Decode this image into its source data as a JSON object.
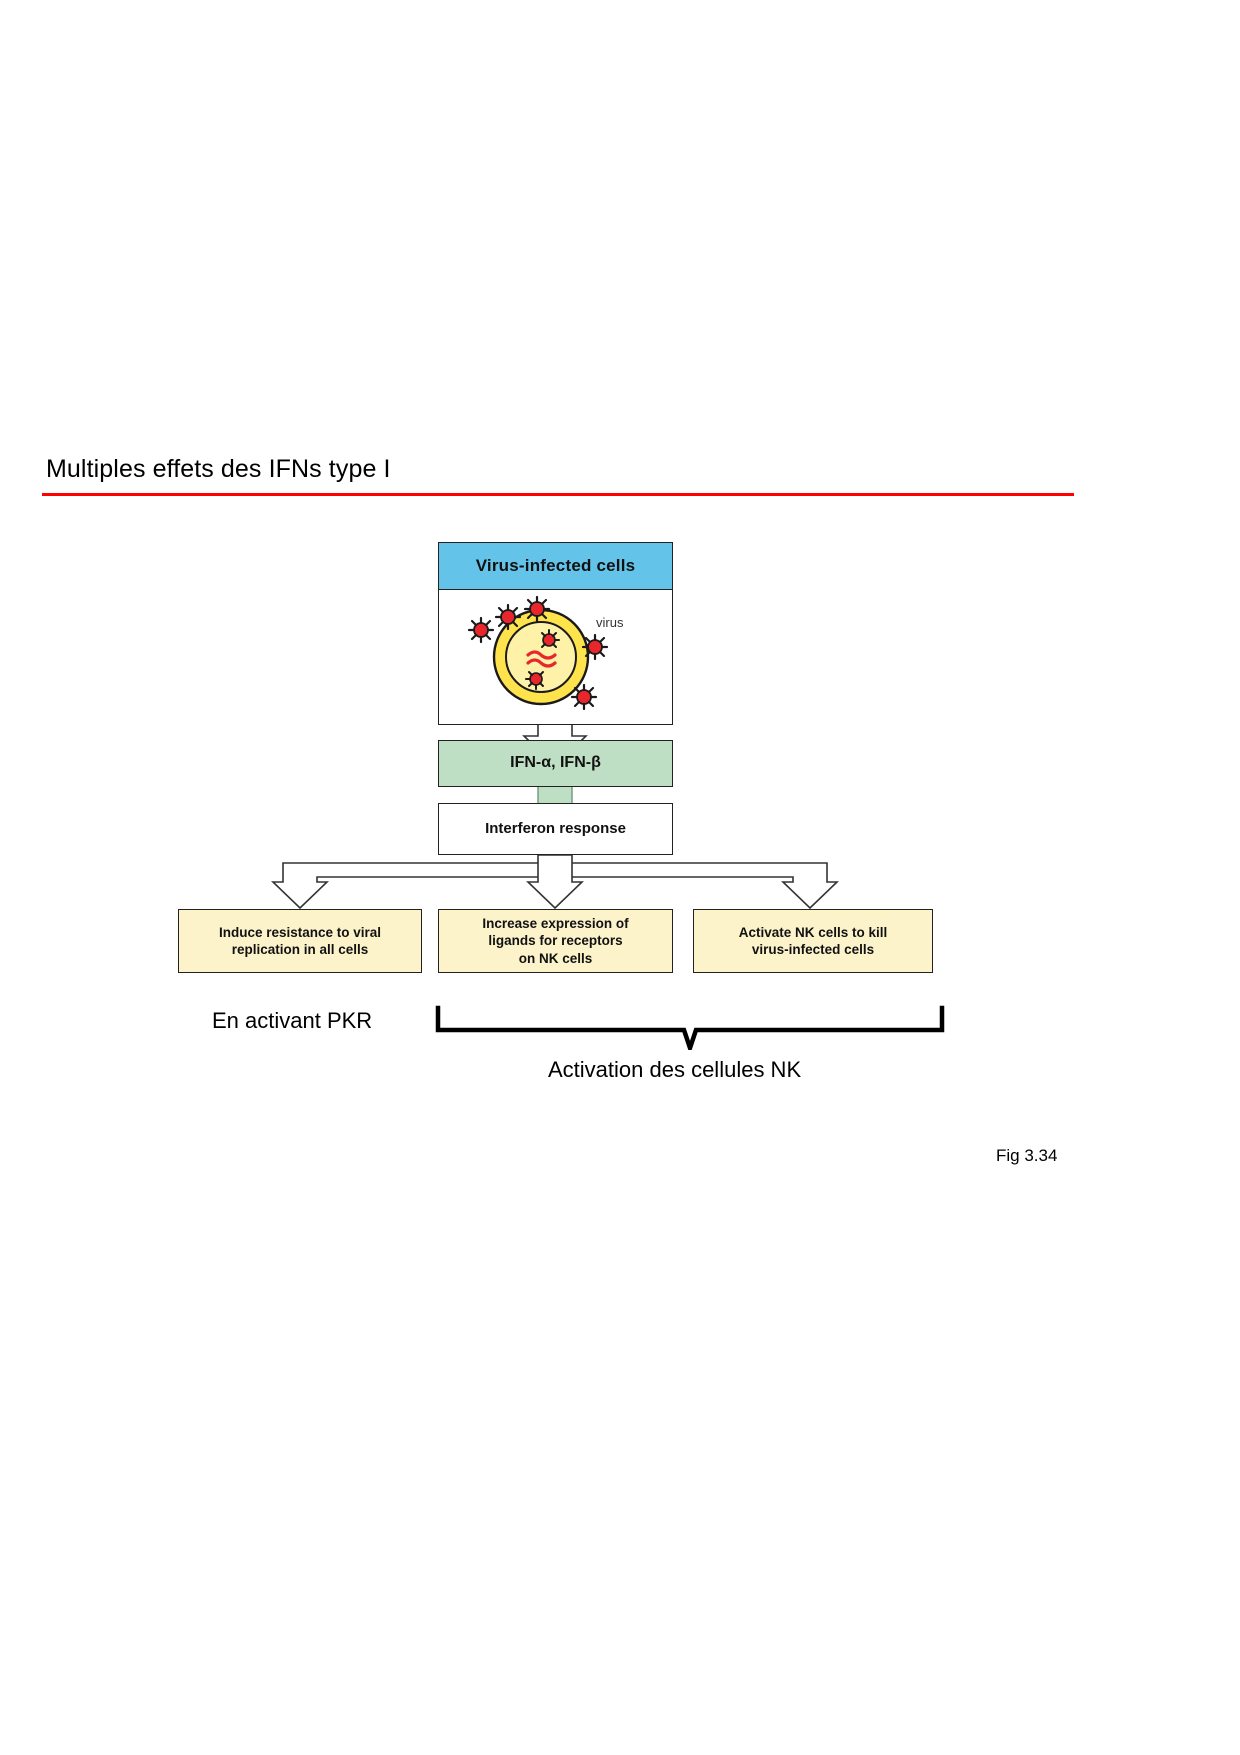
{
  "slide": {
    "title": "Multiples effets des IFNs type I",
    "accent_color": "#FF0000",
    "caption": "Fig 3.34"
  },
  "figure": {
    "header": {
      "label": "Virus-infected cells",
      "color": "#63C3E8"
    },
    "cell_panel": {
      "virus_label": "virus",
      "cell_color": "#FFE34D",
      "virus_color": "#E8262B"
    },
    "ifn_box": {
      "label": "IFN-α, IFN-β",
      "color": "#BFDFC4"
    },
    "response_box": {
      "label": "Interferon response"
    },
    "outcomes": [
      {
        "id": "induce-resistance",
        "lines": [
          "Induce resistance to viral",
          "replication in all cells"
        ],
        "color": "#FCF3CB"
      },
      {
        "id": "increase-ligands",
        "lines": [
          "Increase expression of",
          "ligands for receptors",
          "on NK cells"
        ],
        "color": "#FCF3CB"
      },
      {
        "id": "activate-nk",
        "lines": [
          "Activate NK cells to kill",
          "virus-infected cells"
        ],
        "color": "#FCF3CB"
      }
    ]
  },
  "annotations": {
    "pkr": "En activant PKR",
    "nk": "Activation des cellules NK"
  }
}
